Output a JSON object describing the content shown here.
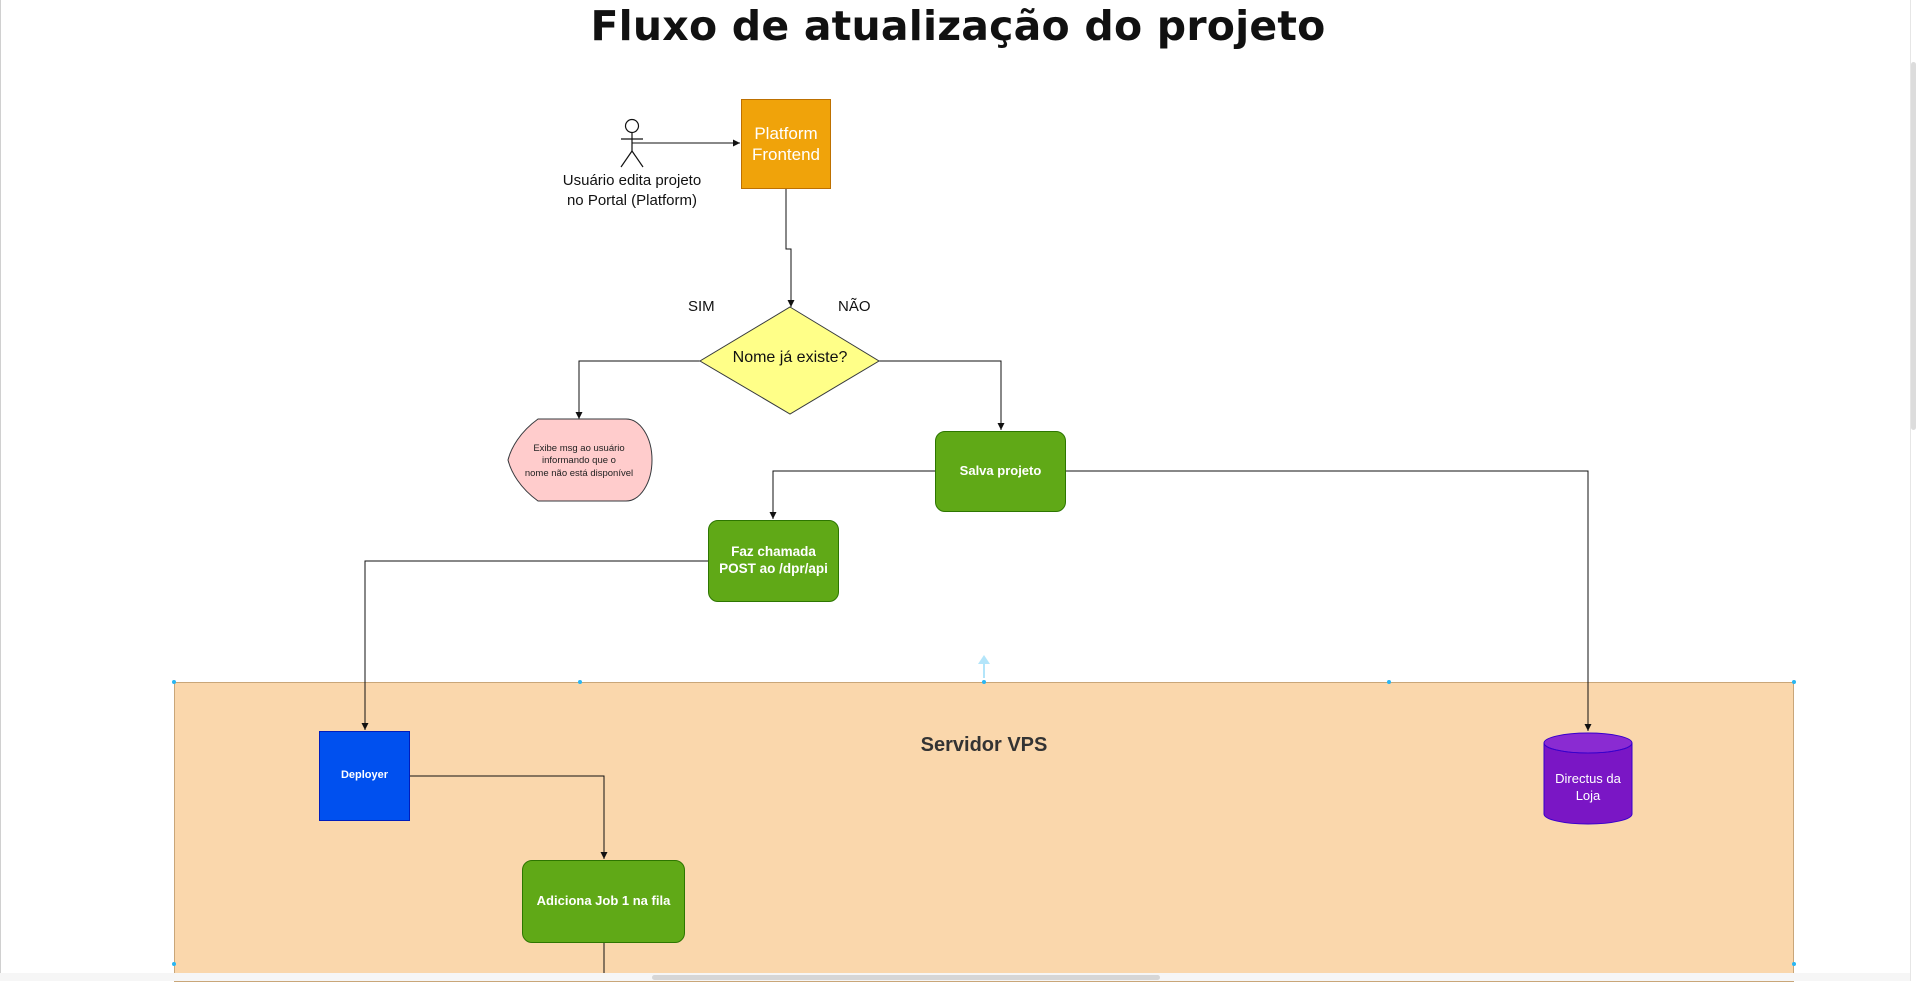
{
  "title": "Fluxo de atualização do projeto",
  "actor": {
    "label_line1": "Usuário edita projeto",
    "label_line2": "no Portal (Platform)"
  },
  "platform": {
    "line1": "Platform",
    "line2": "Frontend"
  },
  "decision": {
    "question": "Nome já existe?",
    "yes_label": "SIM",
    "no_label": "NÃO"
  },
  "error_display": {
    "line1": "Exibe msg ao usuário",
    "line2": "informando que o",
    "line3": "nome não está disponível"
  },
  "save_project": {
    "label": "Salva projeto"
  },
  "post_call": {
    "label": "Faz chamada POST ao /dpr/api"
  },
  "vps": {
    "label": "Servidor VPS"
  },
  "deployer": {
    "label": "Deployer"
  },
  "directus": {
    "line1": "Directus da",
    "line2": "Loja"
  },
  "add_job": {
    "label": "Adiciona Job 1 na fila"
  },
  "colors": {
    "platform": "#f0a30a",
    "green_process": "#60a917",
    "decision": "#ffff88",
    "error": "#ffcccc",
    "vps_area": "#fad7ac",
    "deployer": "#0050ef",
    "directus": "#7a16c5"
  }
}
